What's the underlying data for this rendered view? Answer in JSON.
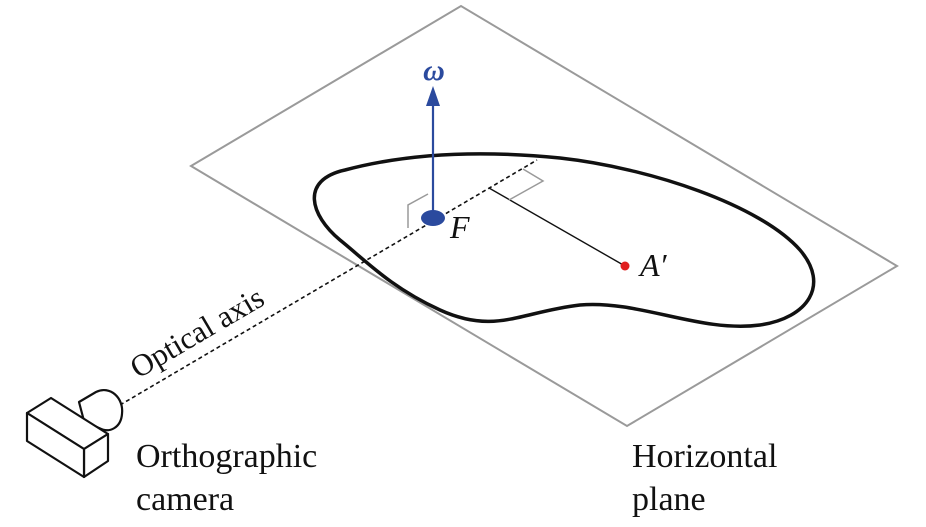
{
  "diagram": {
    "labels": {
      "omega": "ω",
      "focus": "F",
      "point": "A′",
      "optical_axis": "Optical axis",
      "camera_line1": "Orthographic",
      "camera_line2": "camera",
      "plane_line1": "Horizontal",
      "plane_line2": "plane"
    },
    "icons": {
      "camera": "camera-icon"
    },
    "colors": {
      "outline": "#111111",
      "plane_edge": "#9a9a9a",
      "omega_vector": "#2b4a9e",
      "focus_point": "#2b4a9e",
      "point_a": "#e02020",
      "background": "#ffffff"
    }
  }
}
